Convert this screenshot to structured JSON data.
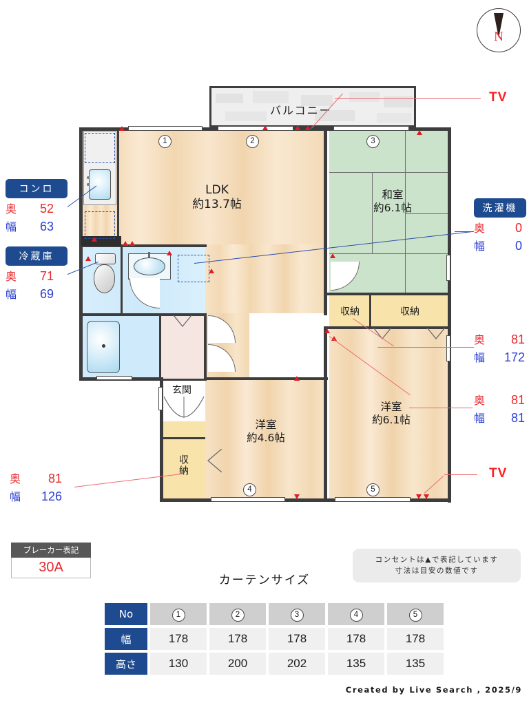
{
  "compass": {
    "label": "N"
  },
  "plan": {
    "balcony_label": "バルコニー",
    "rooms": [
      {
        "name": "LDK",
        "area": "約13.7帖"
      },
      {
        "name": "和室",
        "area": "約6.1帖"
      },
      {
        "name": "洋室",
        "area": "約6.1帖"
      },
      {
        "name": "洋室",
        "area": "約4.6帖"
      }
    ],
    "entrance_label": "玄関",
    "closet_label": "収納",
    "closets": [
      {
        "label": "収納"
      },
      {
        "label": "収納"
      },
      {
        "label": "収納"
      }
    ],
    "window_numbers": [
      "1",
      "2",
      "3",
      "4",
      "5"
    ]
  },
  "specs": {
    "konro": {
      "tag": "コンロ",
      "oku_key": "奥",
      "oku": "52",
      "haba_key": "幅",
      "haba": "63"
    },
    "reizoko": {
      "tag": "冷蔵庫",
      "oku_key": "奥",
      "oku": "71",
      "haba_key": "幅",
      "haba": "69"
    },
    "sentaku": {
      "tag": "洗濯機",
      "oku_key": "奥",
      "oku": "0",
      "haba_key": "幅",
      "haba": "0"
    },
    "closet_wide": {
      "oku_key": "奥",
      "oku": "81",
      "haba_key": "幅",
      "haba": "172"
    },
    "closet_right": {
      "oku_key": "奥",
      "oku": "81",
      "haba_key": "幅",
      "haba": "81"
    },
    "closet_entry": {
      "oku_key": "奥",
      "oku": "81",
      "haba_key": "幅",
      "haba": "126"
    }
  },
  "tv_labels": [
    "TV",
    "TV"
  ],
  "breaker": {
    "title": "ブレーカー表記",
    "value": "30A"
  },
  "notes": {
    "line1": "コンセントは▲で表記しています",
    "line2": "寸法は目安の数値です"
  },
  "curtain_table": {
    "title": "カーテンサイズ",
    "row_headers": [
      "No",
      "幅",
      "高さ"
    ],
    "numbers": [
      "1",
      "2",
      "3",
      "4",
      "5"
    ],
    "width": [
      "178",
      "178",
      "178",
      "178",
      "178"
    ],
    "height": [
      "130",
      "200",
      "202",
      "135",
      "135"
    ]
  },
  "credit": "Created by Live Search , 2025/9"
}
